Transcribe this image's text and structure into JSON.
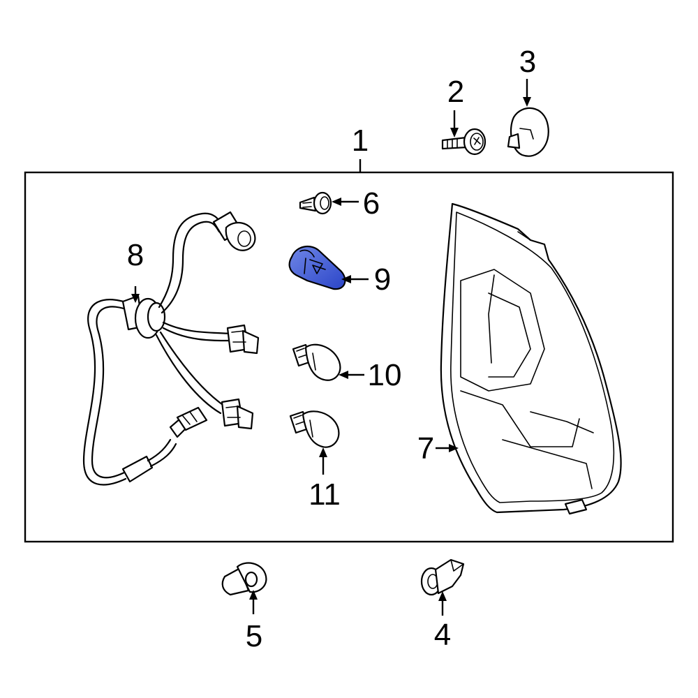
{
  "callouts": [
    {
      "id": "1",
      "label": "1"
    },
    {
      "id": "2",
      "label": "2"
    },
    {
      "id": "3",
      "label": "3"
    },
    {
      "id": "4",
      "label": "4"
    },
    {
      "id": "5",
      "label": "5"
    },
    {
      "id": "6",
      "label": "6"
    },
    {
      "id": "7",
      "label": "7"
    },
    {
      "id": "8",
      "label": "8"
    },
    {
      "id": "9",
      "label": "9"
    },
    {
      "id": "10",
      "label": "10"
    },
    {
      "id": "11",
      "label": "11"
    }
  ],
  "colors": {
    "highlight": "#2b45c8",
    "highlight_light": "#6f86e6",
    "line": "#000000",
    "background": "#ffffff"
  }
}
